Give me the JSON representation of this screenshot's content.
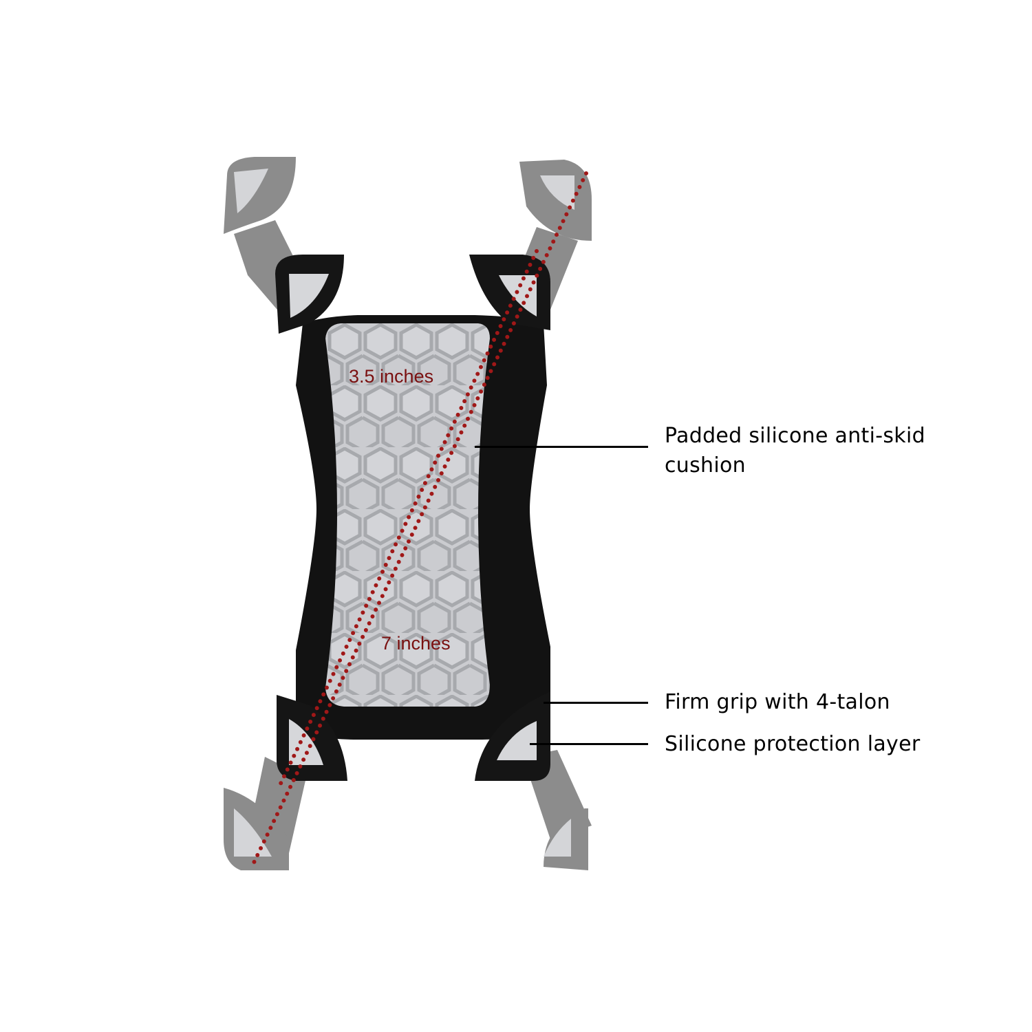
{
  "product": {
    "name": "phone-holder-4-talon",
    "colors": {
      "frame": "#111111",
      "cushion": "#c9cacd",
      "cushion_line": "#a3a5a8",
      "arm_gray": "#8a8a8a",
      "pad_light": "#d6d7da",
      "dimension_red": "#a01818"
    }
  },
  "dimensions": {
    "width_label": "3.5 inches",
    "diagonal_label": "7 inches"
  },
  "callouts": [
    {
      "id": "cushion",
      "text_line1": "Padded silicone anti-skid",
      "text_line2": "cushion"
    },
    {
      "id": "grip",
      "text_line1": "Firm grip with 4-talon"
    },
    {
      "id": "layer",
      "text_line1": "Silicone protection layer"
    }
  ]
}
